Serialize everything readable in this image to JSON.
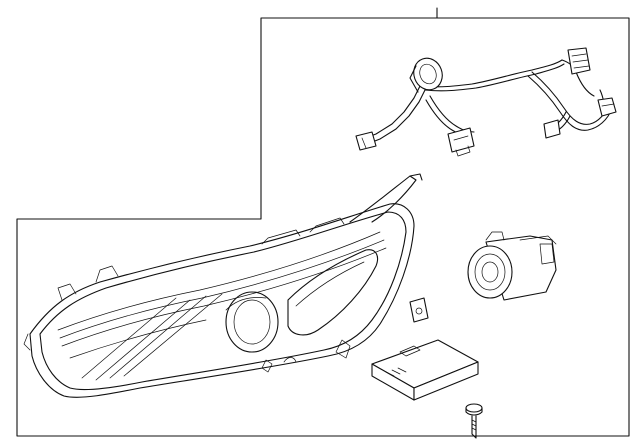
{
  "diagram": {
    "components": [
      "headlamp-assembly",
      "wiring-harness",
      "projector-module",
      "ballast-module",
      "mounting-bracket",
      "mounting-screw"
    ]
  },
  "colors": {
    "line": "#111111",
    "background": "#ffffff"
  }
}
